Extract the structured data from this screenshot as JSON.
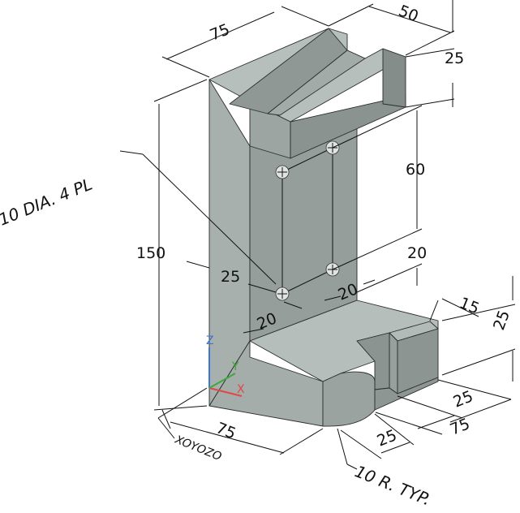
{
  "dimensions": {
    "top_width": "75",
    "top_depth": "50",
    "slot_height": "25",
    "height": "150",
    "hole_spacing_v": "60",
    "hole_offset_bottom": "20",
    "web_thickness": "25",
    "hole_offset_left": "20",
    "hole_offset_right": "20",
    "step_width": "15",
    "step_height": "25",
    "base_depth_a": "25",
    "base_depth_b": "75",
    "base_front": "25",
    "base_width": "75"
  },
  "notes": {
    "holes": "10 DIA. 4 PL",
    "radius": "10 R. TYP.",
    "ucs_label": "XOYOZO"
  },
  "axes": {
    "x": "X",
    "y": "Y",
    "z": "Z",
    "x_color": "#e04848",
    "y_color": "#3ea83e",
    "z_color": "#3a78d6"
  },
  "colors": {
    "face_front": "#a8b1ae",
    "face_side": "#8e9794",
    "face_top": "#bcc4c1"
  }
}
